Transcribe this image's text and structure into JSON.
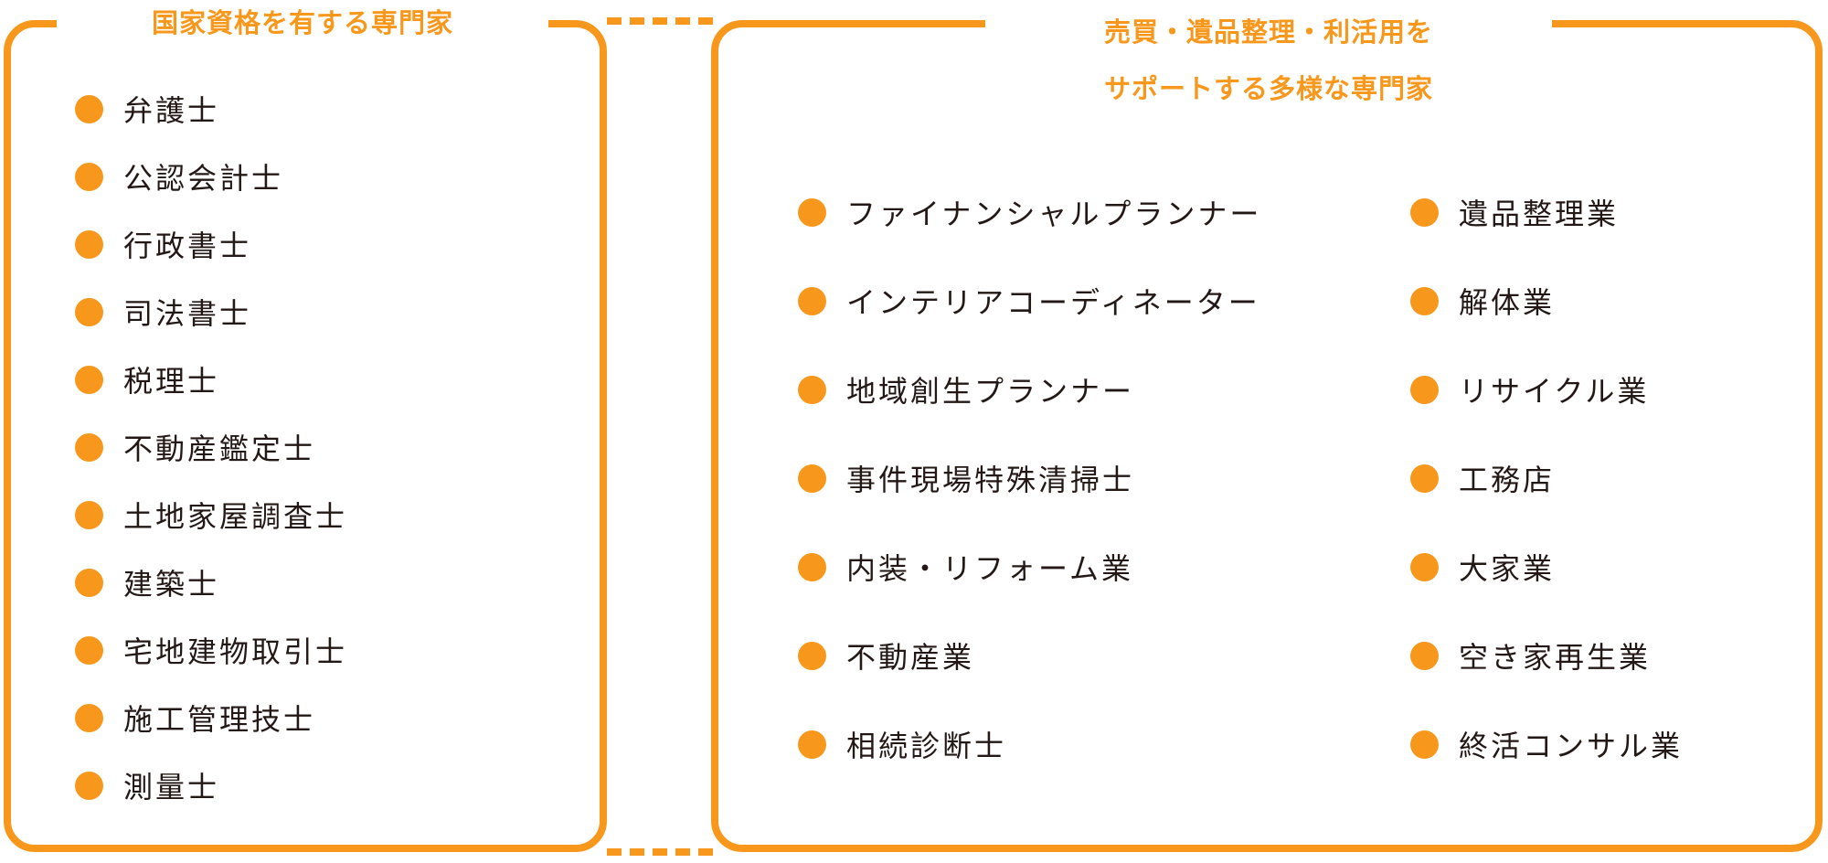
{
  "colors": {
    "accent": "#f7981d",
    "text": "#231815"
  },
  "left": {
    "title": "国家資格を有する専門家",
    "items": [
      "弁護士",
      "公認会計士",
      "行政書士",
      "司法書士",
      "税理士",
      "不動産鑑定士",
      "土地家屋調査士",
      "建築士",
      "宅地建物取引士",
      "施工管理技士",
      "測量士"
    ]
  },
  "right": {
    "title_line1": "売買・遺品整理・利活用を",
    "title_line2": "サポートする多様な専門家",
    "col1": [
      "ファイナンシャルプランナー",
      "インテリアコーディネーター",
      "地域創生プランナー",
      "事件現場特殊清掃士",
      "内装・リフォーム業",
      "不動産業",
      "相続診断士"
    ],
    "col2": [
      "遺品整理業",
      "解体業",
      "リサイクル業",
      "工務店",
      "大家業",
      "空き家再生業",
      "終活コンサル業"
    ]
  }
}
